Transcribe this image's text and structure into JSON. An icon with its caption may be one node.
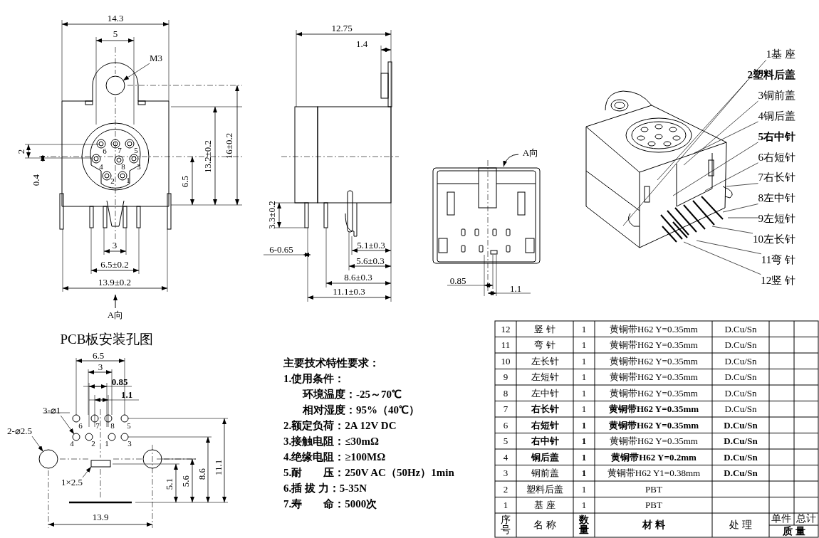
{
  "diagram": {
    "nodes": [
      {
        "text": [
          "1基 座"
        ]
      },
      {
        "text": [
          "2塑料后盖"
        ]
      },
      {
        "text": [
          "3铜前盖"
        ]
      },
      {
        "text": [
          "4铜后盖"
        ]
      },
      {
        "text": [
          "5右中针"
        ]
      },
      {
        "text": [
          "6右短针"
        ]
      },
      {
        "text": [
          "7右长针"
        ]
      },
      {
        "text": [
          "8左中针"
        ]
      },
      {
        "text": [
          "9左短针"
        ]
      },
      {
        "text": [
          "10左长针"
        ]
      },
      {
        "text": [
          "11弯 针"
        ]
      },
      {
        "text": [
          "12竖 针"
        ]
      },
      {
        "text": [
          "M3"
        ]
      },
      {
        "text": [
          "3-⌀1"
        ]
      },
      {
        "text": [
          "2-⌀2.5"
        ]
      },
      {
        "text": [
          "1×2.5"
        ]
      },
      {
        "text": [],
        "shape": "circle"
      },
      {
        "text": [],
        "shape": "circle"
      },
      {
        "text": [],
        "shape": "circle"
      },
      {
        "text": [],
        "shape": "box"
      }
    ],
    "edges": [
      {
        "from": 0,
        "to": null,
        "arrow": "none"
      },
      {
        "from": 1,
        "to": null,
        "arrow": "none"
      },
      {
        "from": 2,
        "to": null,
        "arrow": "none"
      },
      {
        "from": 3,
        "to": null,
        "arrow": "none"
      },
      {
        "from": 4,
        "to": null,
        "arrow": "none"
      },
      {
        "from": 5,
        "to": null,
        "arrow": "none"
      },
      {
        "from": 6,
        "to": null,
        "arrow": "none"
      },
      {
        "from": 7,
        "to": null,
        "arrow": "none"
      },
      {
        "from": 8,
        "to": null,
        "arrow": "none"
      },
      {
        "from": 9,
        "to": null,
        "arrow": "none"
      },
      {
        "from": 10,
        "to": null,
        "arrow": "none"
      },
      {
        "from": 11,
        "to": null,
        "arrow": "none"
      },
      {
        "from": 12,
        "to": 16,
        "arrow": "to"
      },
      {
        "from": 13,
        "to": 17,
        "arrow": "to"
      },
      {
        "from": 14,
        "to": 18,
        "arrow": "to"
      },
      {
        "from": 15,
        "to": 19,
        "arrow": "to"
      }
    ],
    "labels": [
      "14.3",
      "5",
      "13.2±0.2",
      "16±0.2",
      "2",
      "6",
      "7",
      "5",
      "4",
      "8",
      "3",
      "0.4",
      "6.5",
      "2",
      "1",
      "3",
      "6.5±0.2",
      "13.9±0.2",
      "A向",
      "12.75",
      "1.4",
      "3.3±0.2",
      "6-0.65",
      "5.1±0.3",
      "5.6±0.3",
      "8.6±0.3",
      "11.1±0.3",
      "A向",
      "0.85",
      "1.1",
      "PCB板安装孔图",
      "6.5",
      "3",
      "0.85",
      "1.1",
      "6",
      "7",
      "8",
      "5",
      "4",
      "2",
      "1",
      "3",
      "5.1",
      "5.6",
      "8.6",
      "11.1",
      "13.9",
      "主要技术特性要求：",
      "1.使用条件：",
      "环境温度：-25～70℃",
      "相对湿度：95%（40℃）",
      "2.额定负荷：2A 12V DC",
      "3.接触电阻：≤30mΩ",
      "4.绝缘电阻：≥100MΩ",
      "5.耐　　压：250V AC（50Hz）1min",
      "6.插 拔 力：5-35N",
      "7.寿　　命：5000次",
      "12",
      "竖 针",
      "1",
      "黄铜带H62 Y=0.35mm",
      "D.Cu/Sn",
      "11",
      "弯 针",
      "1",
      "黄铜带H62 Y=0.35mm",
      "D.Cu/Sn",
      "10",
      "左长针",
      "1",
      "黄铜带H62 Y=0.35mm",
      "D.Cu/Sn",
      "9",
      "左短针",
      "1",
      "黄铜带H62 Y=0.35mm",
      "D.Cu/Sn",
      "8",
      "左中针",
      "1",
      "黄铜带H62 Y=0.35mm",
      "D.Cu/Sn",
      "7",
      "右长针",
      "1",
      "黄铜带H62 Y=0.35mm",
      "D.Cu/Sn",
      "6",
      "右短针",
      "1",
      "黄铜带H62 Y=0.35mm",
      "D.Cu/Sn",
      "5",
      "右中针",
      "1",
      "黄铜带H62 Y=0.35mm",
      "D.Cu/Sn",
      "4",
      "铜后盖",
      "1",
      "黄铜带H62 Y=0.2mm",
      "D.Cu/Sn",
      "3",
      "铜前盖",
      "1",
      "黄铜带H62 Y1=0.38mm",
      "D.Cu/Sn",
      "2",
      "塑料后盖",
      "1",
      "PBT",
      "1",
      "基 座",
      "1",
      "PBT",
      "序号",
      "名 称",
      "数量",
      "材 料",
      "处 理",
      "单件",
      "总计",
      "质 量"
    ]
  }
}
